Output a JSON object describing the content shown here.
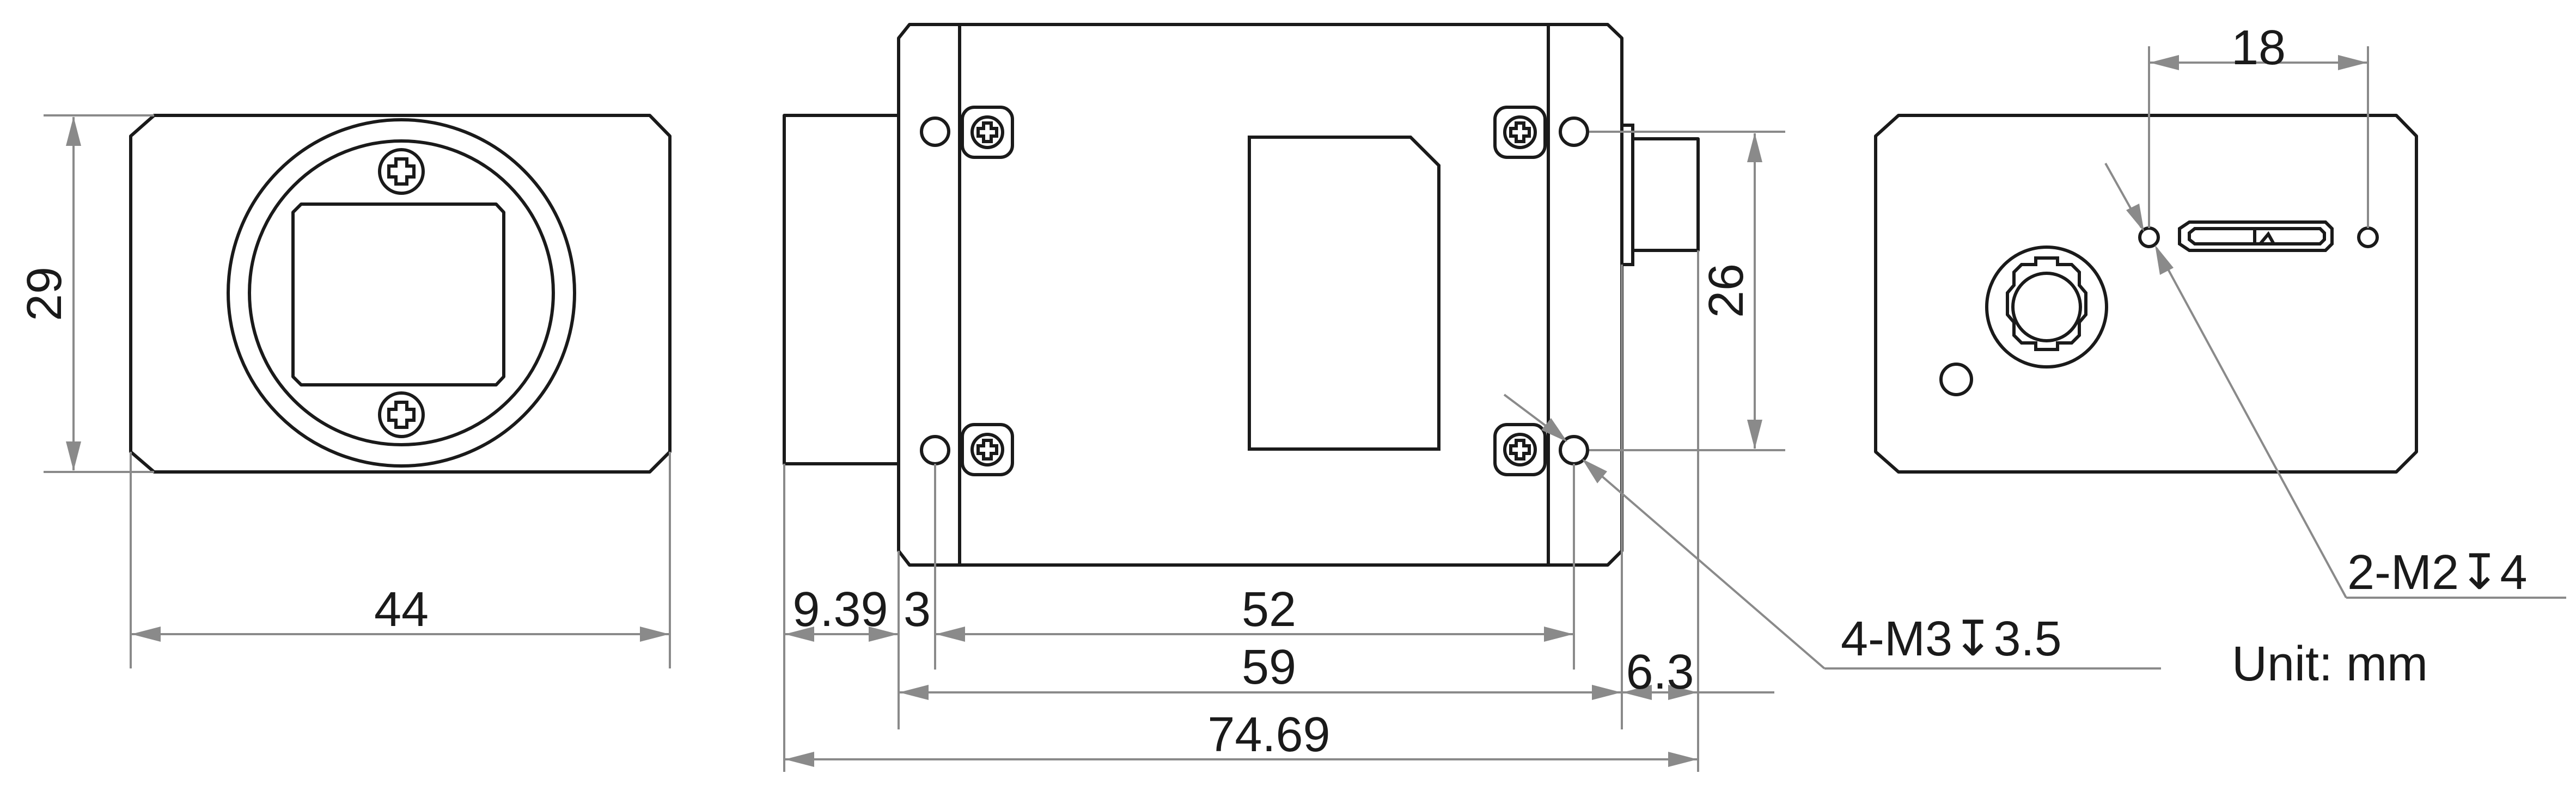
{
  "dimensions": {
    "front_height": "29",
    "front_width": "44",
    "rear_mount_spacing_v": "26",
    "rear_mount_spacing_h": "18",
    "lens_mount_length": "9.39",
    "side_offset": "3",
    "hole_spacing": "52",
    "body_length": "59",
    "connector_length": "6.3",
    "overall_length": "74.69"
  },
  "callouts": {
    "side_holes": "4-M3↧3.5",
    "rear_holes": "2-M2↧4"
  },
  "unit_note": "Unit: mm",
  "colors": {
    "line": "#1a1a1a",
    "dimension": "#8a8a8a",
    "background": "#ffffff"
  }
}
